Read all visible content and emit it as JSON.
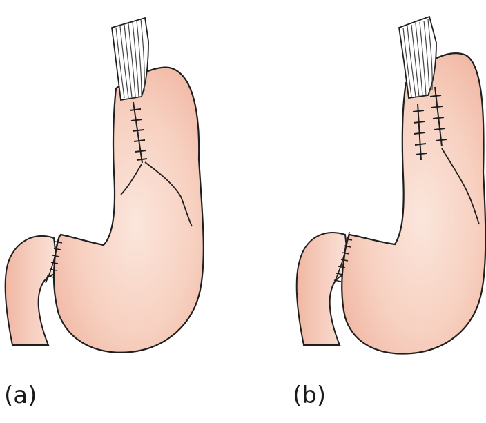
{
  "panels": [
    {
      "id": "a",
      "label": "(a)"
    },
    {
      "id": "b",
      "label": "(b)"
    }
  ],
  "colors": {
    "stomach_fill": "#f6c9b8",
    "stomach_highlight": "#fbe4da",
    "outline": "#1f1f1f",
    "esophagus_fill": "#ffffff"
  }
}
